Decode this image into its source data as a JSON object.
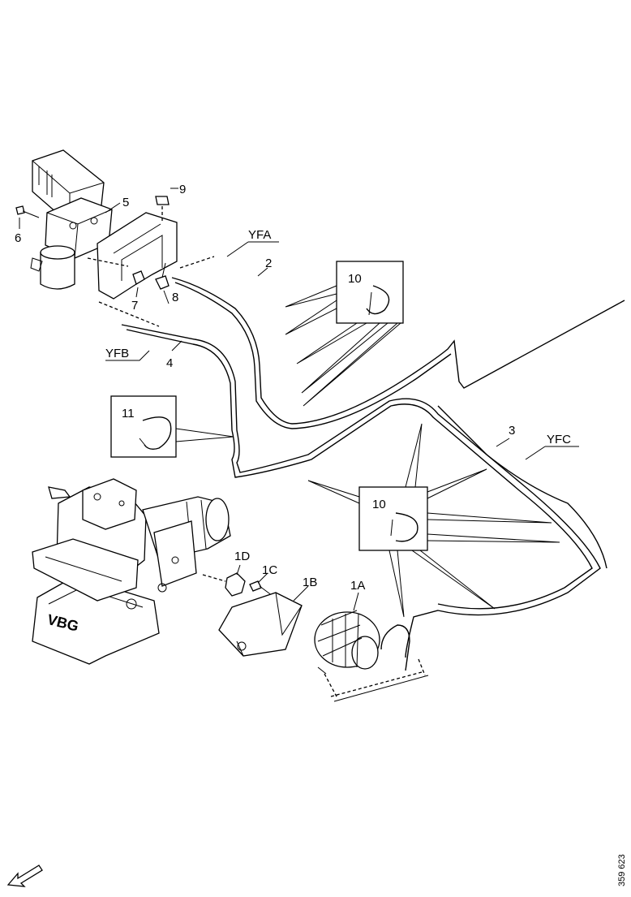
{
  "labels": {
    "p1a": "1A",
    "p1b": "1B",
    "p1c": "1C",
    "p1d": "1D",
    "p2": "2",
    "p3": "3",
    "p4": "4",
    "p5": "5",
    "p6": "6",
    "p7": "7",
    "p8": "8",
    "p9": "9",
    "p10a": "10",
    "p10b": "10",
    "p11": "11"
  },
  "codes": {
    "yfa": "YFA",
    "yfb": "YFB",
    "yfc": "YFC"
  },
  "logo_text": "VBG",
  "figure_number": "359 623"
}
